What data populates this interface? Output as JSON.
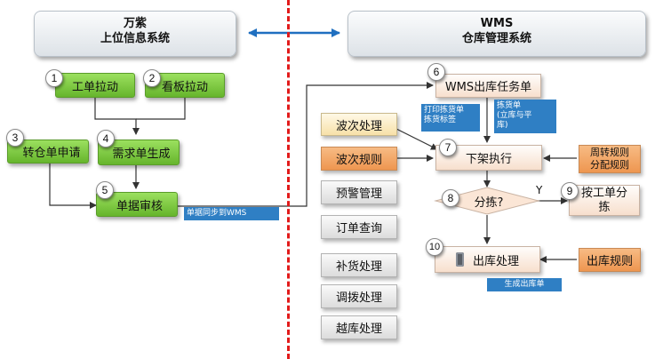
{
  "left_system": {
    "line1": "万紫",
    "line2": "上位信息系统"
  },
  "right_system": {
    "line1": "WMS",
    "line2": "仓库管理系统"
  },
  "left_nodes": {
    "n1": {
      "num": "1",
      "label": "工单拉动"
    },
    "n2": {
      "num": "2",
      "label": "看板拉动"
    },
    "n3": {
      "num": "3",
      "label": "转仓单申请"
    },
    "n4": {
      "num": "4",
      "label": "需求单生成"
    },
    "n5": {
      "num": "5",
      "label": "单据审核"
    }
  },
  "sync_label": "单据同步到WMS",
  "right_nodes": {
    "n6": {
      "num": "6",
      "label": "WMS出库任务单"
    },
    "n7": {
      "num": "7",
      "label": "下架执行"
    },
    "n8": {
      "num": "8",
      "label": "分拣?"
    },
    "n9": {
      "num": "9",
      "label_line1": "按工单分",
      "label_line2": "拣"
    },
    "n10": {
      "num": "10",
      "label": "出库处理"
    }
  },
  "yes_label": "Y",
  "side_items": [
    "波次处理",
    "波次规则",
    "预警管理",
    "订单查询",
    "补货处理",
    "调拨处理",
    "越库处理"
  ],
  "rule_boxes": {
    "turnover_line1": "周转规则",
    "turnover_line2": "分配规则",
    "outbound": "出库规则"
  },
  "notes": {
    "print_line1": "打印拣货单",
    "print_line2": "拣货标签",
    "pick_line1": "拣货单",
    "pick_line2": "(立库与平",
    "pick_line3": "库)",
    "generate_outbound": "生成出库单"
  },
  "colors": {
    "divider": "#e21b1b",
    "green": "#7ccc41",
    "orange": "#f0a464",
    "blue_note": "#2f7fc4",
    "double_arrow": "#1f6fc0"
  }
}
